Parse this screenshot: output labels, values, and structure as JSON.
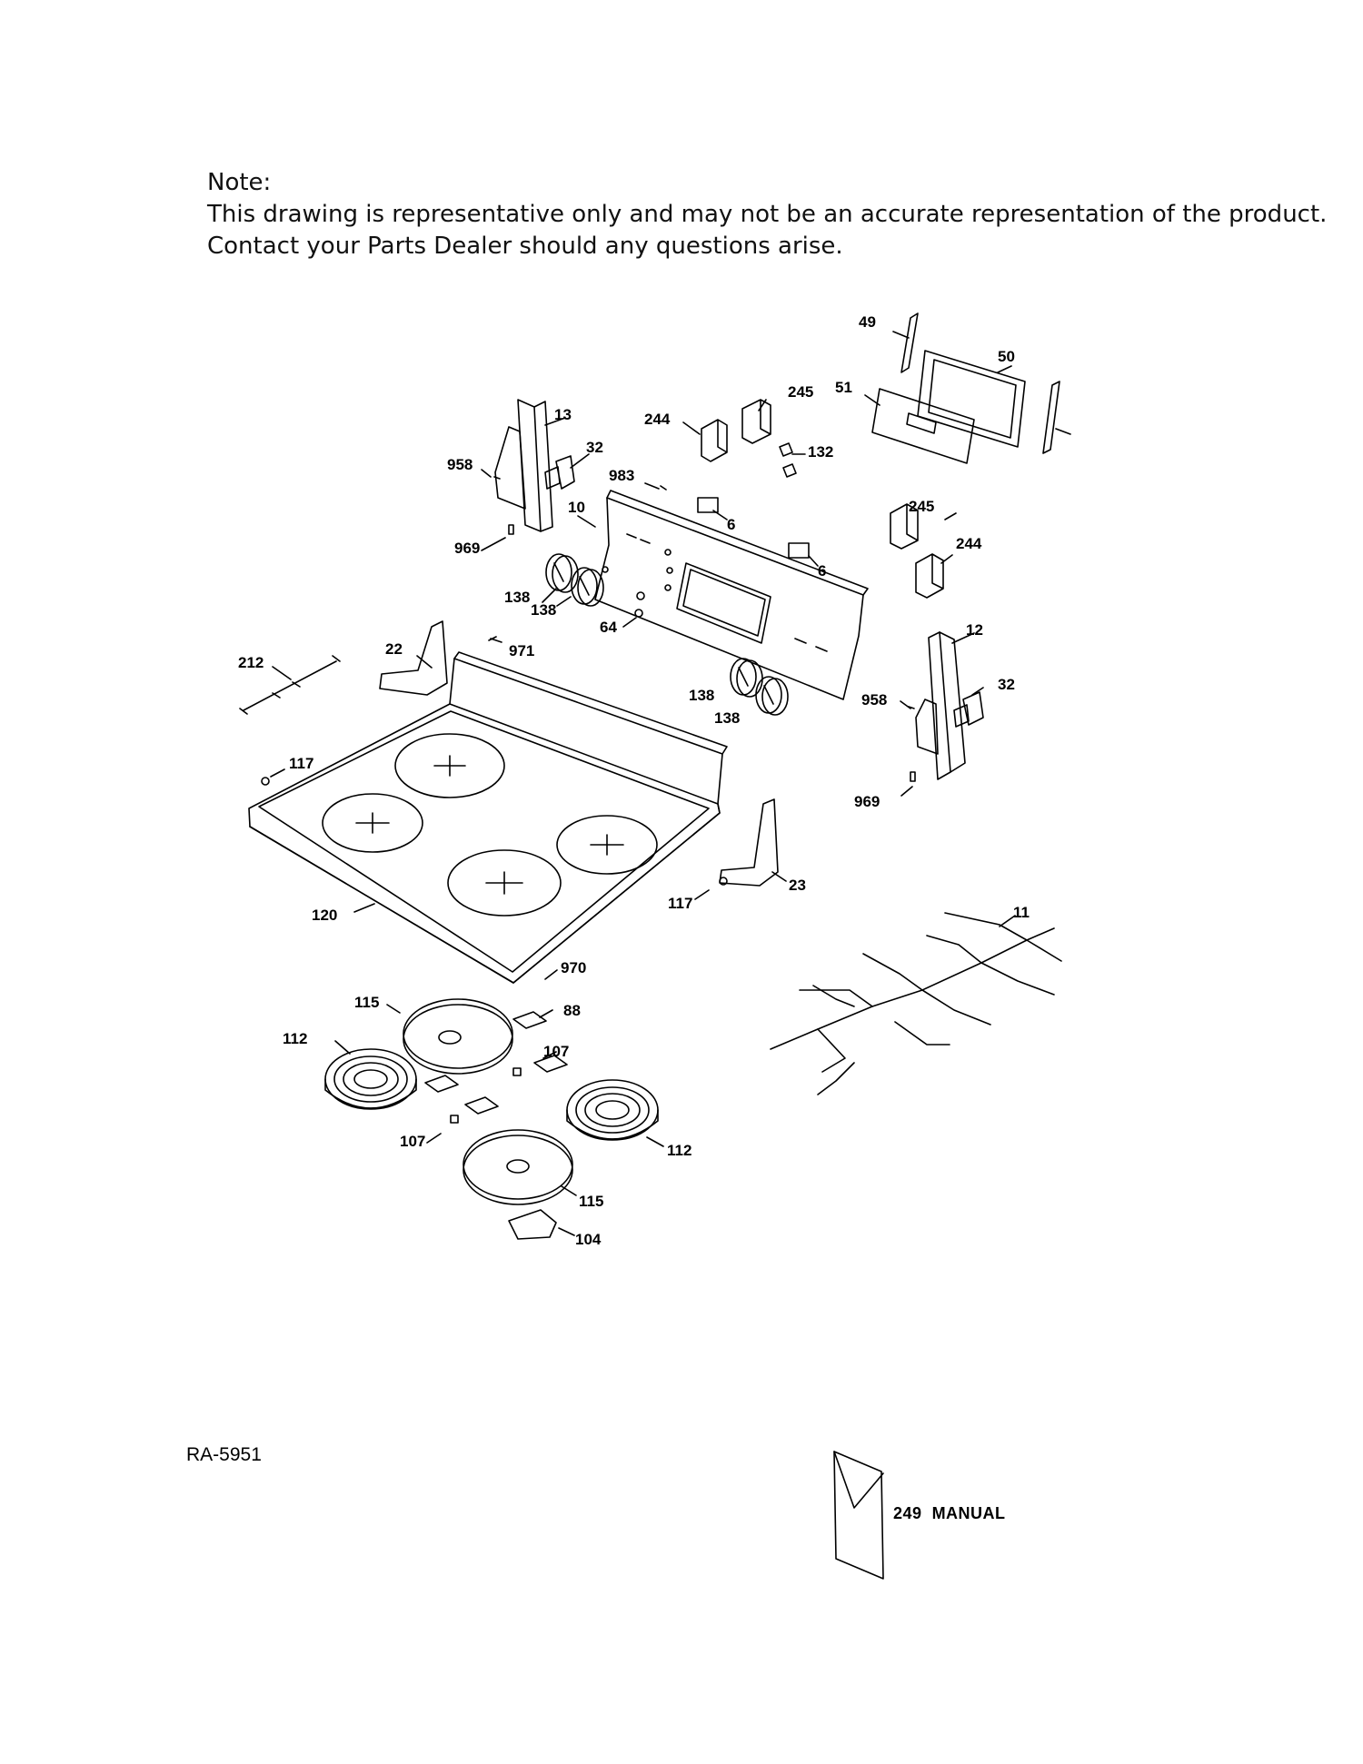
{
  "note": {
    "heading": "Note:",
    "line1": "This drawing is representative only and may not be an accurate representation of the product.",
    "line2": "Contact your Parts Dealer should any questions arise."
  },
  "diagram": {
    "doc_id": "RA-5951",
    "manual": {
      "number": "249",
      "label": "MANUAL"
    },
    "callouts": [
      "49",
      "50",
      "51",
      "245",
      "244",
      "132",
      "13",
      "32",
      "958",
      "983",
      "10",
      "6",
      "969",
      "138",
      "64",
      "212",
      "22",
      "971",
      "117",
      "120",
      "23",
      "970",
      "115",
      "88",
      "112",
      "107",
      "104",
      "12",
      "11"
    ]
  }
}
